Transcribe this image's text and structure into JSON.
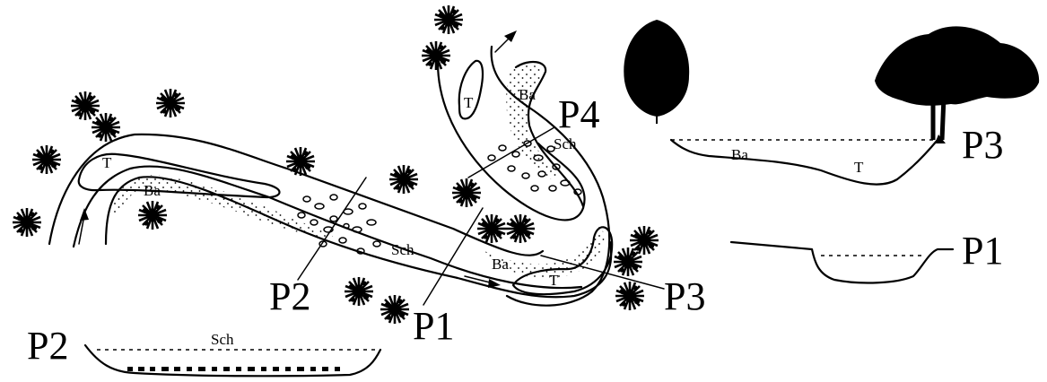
{
  "profile_labels": {
    "p1_map": "P1",
    "p2_map": "P2",
    "p3_map": "P3",
    "p4_map": "P4",
    "p1_section": "P1",
    "p2_section": "P2",
    "p3_section": "P3"
  },
  "deposit_labels": {
    "t_left": "T",
    "ba_left": "Ba",
    "sch_center": "Sch",
    "ba_lower": "Ba",
    "t_lower": "T",
    "t_top": "T",
    "ba_top": "Ba",
    "sch_top": "Sch",
    "ba_p3": "Ba",
    "t_p3": "T",
    "sch_p2": "Sch"
  },
  "icons": [
    "shrub-icon",
    "tree-icon",
    "flow-arrow-icon",
    "pebble-icon",
    "sand-stipple"
  ]
}
